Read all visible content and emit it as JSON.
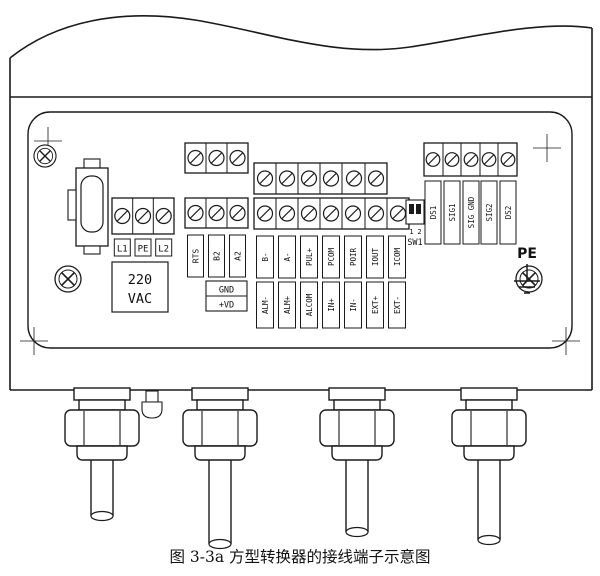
{
  "caption": "图 3-3a 方型转换器的接线端子示意图",
  "colors": {
    "line": "#1a1a1a",
    "background": "#ffffff"
  },
  "panel": {
    "power": {
      "terminals": [
        "L1",
        "PE",
        "L2"
      ],
      "rating": [
        "220",
        "VAC"
      ]
    },
    "comm": {
      "terminals": [
        "RTS",
        "B2",
        "A2"
      ],
      "aux": [
        "GND",
        "+VD"
      ]
    },
    "io": {
      "top": [
        "B-",
        "A-",
        "PUL+",
        "PCOM",
        "POIR",
        "IOUT",
        "ICOM"
      ],
      "bottom": [
        "ALM-",
        "ALM+",
        "ALCOM",
        "IN+",
        "IN-",
        "EXT+",
        "EXT-"
      ]
    },
    "signal": {
      "terminals": [
        "DS1",
        "SIG1",
        "SIG GND",
        "SIG2",
        "DS2"
      ]
    },
    "switch": {
      "label": "SW1",
      "positions": [
        "1",
        "2"
      ]
    },
    "pe": "PE"
  }
}
